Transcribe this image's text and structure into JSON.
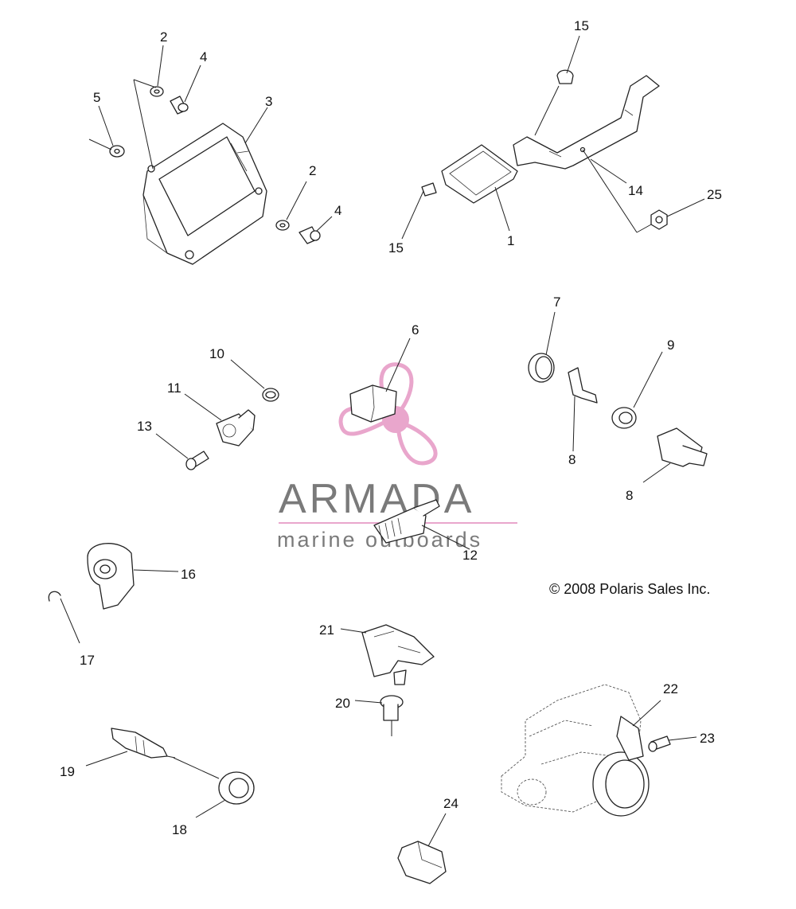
{
  "watermark": {
    "brand": "ARMADA",
    "tagline": "marine outboards",
    "color": "#e9a6cc"
  },
  "copyright": "© 2008 Polaris Sales Inc.",
  "callouts": {
    "c1": "1",
    "c2a": "2",
    "c2b": "2",
    "c3": "3",
    "c4a": "4",
    "c4b": "4",
    "c5": "5",
    "c6": "6",
    "c7": "7",
    "c8a": "8",
    "c8b": "8",
    "c9": "9",
    "c10": "10",
    "c11": "11",
    "c12": "12",
    "c13": "13",
    "c14": "14",
    "c15a": "15",
    "c15b": "15",
    "c16": "16",
    "c17": "17",
    "c18": "18",
    "c19": "19",
    "c20": "20",
    "c21": "21",
    "c22": "22",
    "c23": "23",
    "c24": "24",
    "c25": "25"
  }
}
